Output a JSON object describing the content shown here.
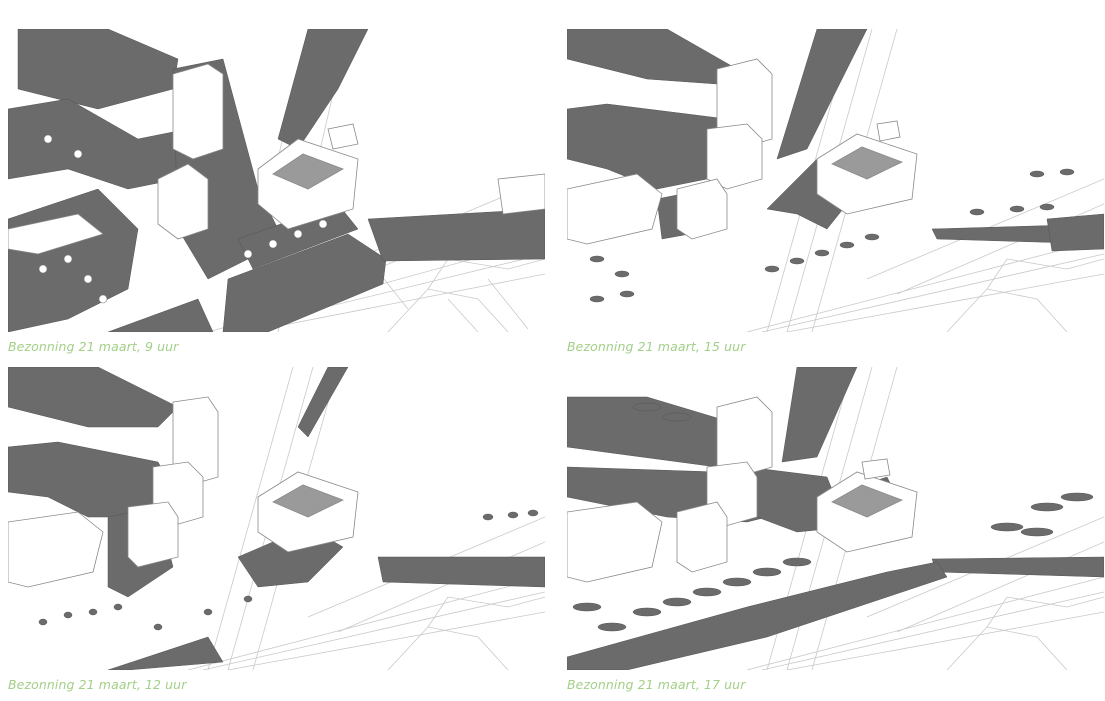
{
  "colors": {
    "caption": "#a3cf88",
    "shadow": "#6b6b6b",
    "line": "#c9c9c9",
    "building_edge": "#8a8a8a",
    "background": "#ffffff"
  },
  "panels": [
    {
      "caption": "Bezonning 21 maart, 9 uur",
      "shadow_direction": "west"
    },
    {
      "caption": "Bezonning 21 maart, 15 uur",
      "shadow_direction": "east"
    },
    {
      "caption": "Bezonning 21 maart, 12 uur",
      "shadow_direction": "north"
    },
    {
      "caption": "Bezonning 21 maart, 17 uur",
      "shadow_direction": "east-long"
    }
  ]
}
